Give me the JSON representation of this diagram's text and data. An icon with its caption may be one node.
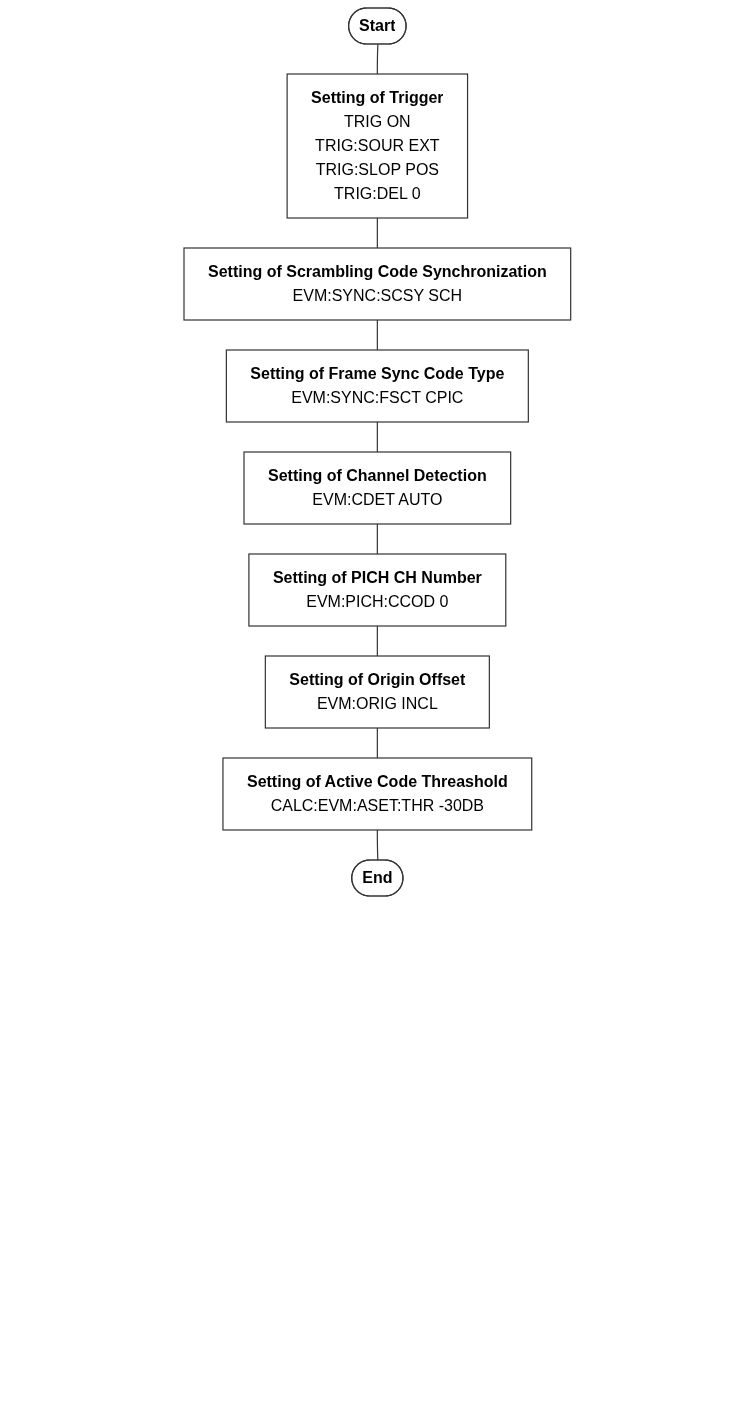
{
  "diagram": {
    "nodes": [
      {
        "text": [
          "Start"
        ]
      },
      {
        "text": [
          "Setting of Trigger",
          "TRIG ON",
          "TRIG:SOUR EXT",
          "TRIG:SLOP POS",
          "TRIG:DEL 0"
        ]
      },
      {
        "text": [
          "Setting of Scrambling Code Synchronization",
          "EVM:SYNC:SCSY SCH"
        ]
      },
      {
        "text": [
          "Setting of Frame Sync Code Type",
          "EVM:SYNC:FSCT CPIC"
        ]
      },
      {
        "text": [
          "Setting of Channel Detection",
          "EVM:CDET AUTO"
        ]
      },
      {
        "text": [
          "Setting of PICH CH Number",
          "EVM:PICH:CCOD 0"
        ]
      },
      {
        "text": [
          "Setting of Origin Offset",
          "EVM:ORIG INCL"
        ]
      },
      {
        "text": [
          "Setting of Active Code Threashold",
          "CALC:EVM:ASET:THR -30DB"
        ]
      },
      {
        "text": [
          "End"
        ]
      }
    ],
    "edges": [
      {
        "from": 0,
        "to": 1,
        "arrow": "none"
      },
      {
        "from": 1,
        "to": 2,
        "arrow": "none"
      },
      {
        "from": 2,
        "to": 3,
        "arrow": "none"
      },
      {
        "from": 3,
        "to": 4,
        "arrow": "none"
      },
      {
        "from": 4,
        "to": 5,
        "arrow": "none"
      },
      {
        "from": 5,
        "to": 6,
        "arrow": "none"
      },
      {
        "from": 6,
        "to": 7,
        "arrow": "none"
      },
      {
        "from": 7,
        "to": 8,
        "arrow": "none"
      }
    ]
  }
}
